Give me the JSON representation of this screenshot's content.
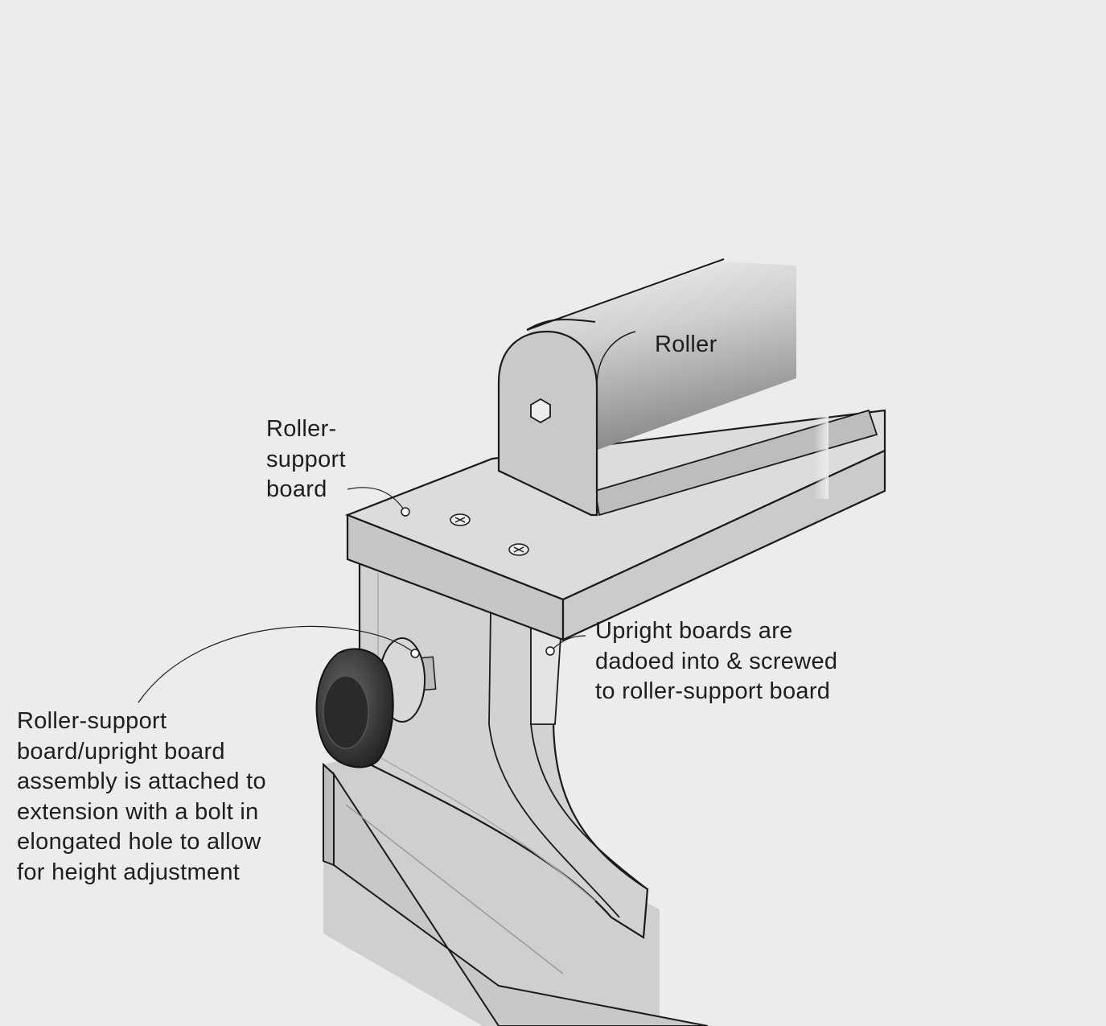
{
  "labels": {
    "roller": "Roller",
    "roller_support_board": "Roller-\nsupport\nboard",
    "upright_boards": "Upright boards are\ndadoed into & screwed\nto roller-support board",
    "assembly": "Roller-support\nboard/upright board\nassembly is attached to\nextension with a bolt in\nelongated hole to allow\nfor height adjustment"
  },
  "colors": {
    "background": "#ececec",
    "wood_light": "#d8d8d8",
    "wood_mid": "#c4c4c4",
    "outline": "#1a1a1a",
    "knob": "#333333"
  }
}
